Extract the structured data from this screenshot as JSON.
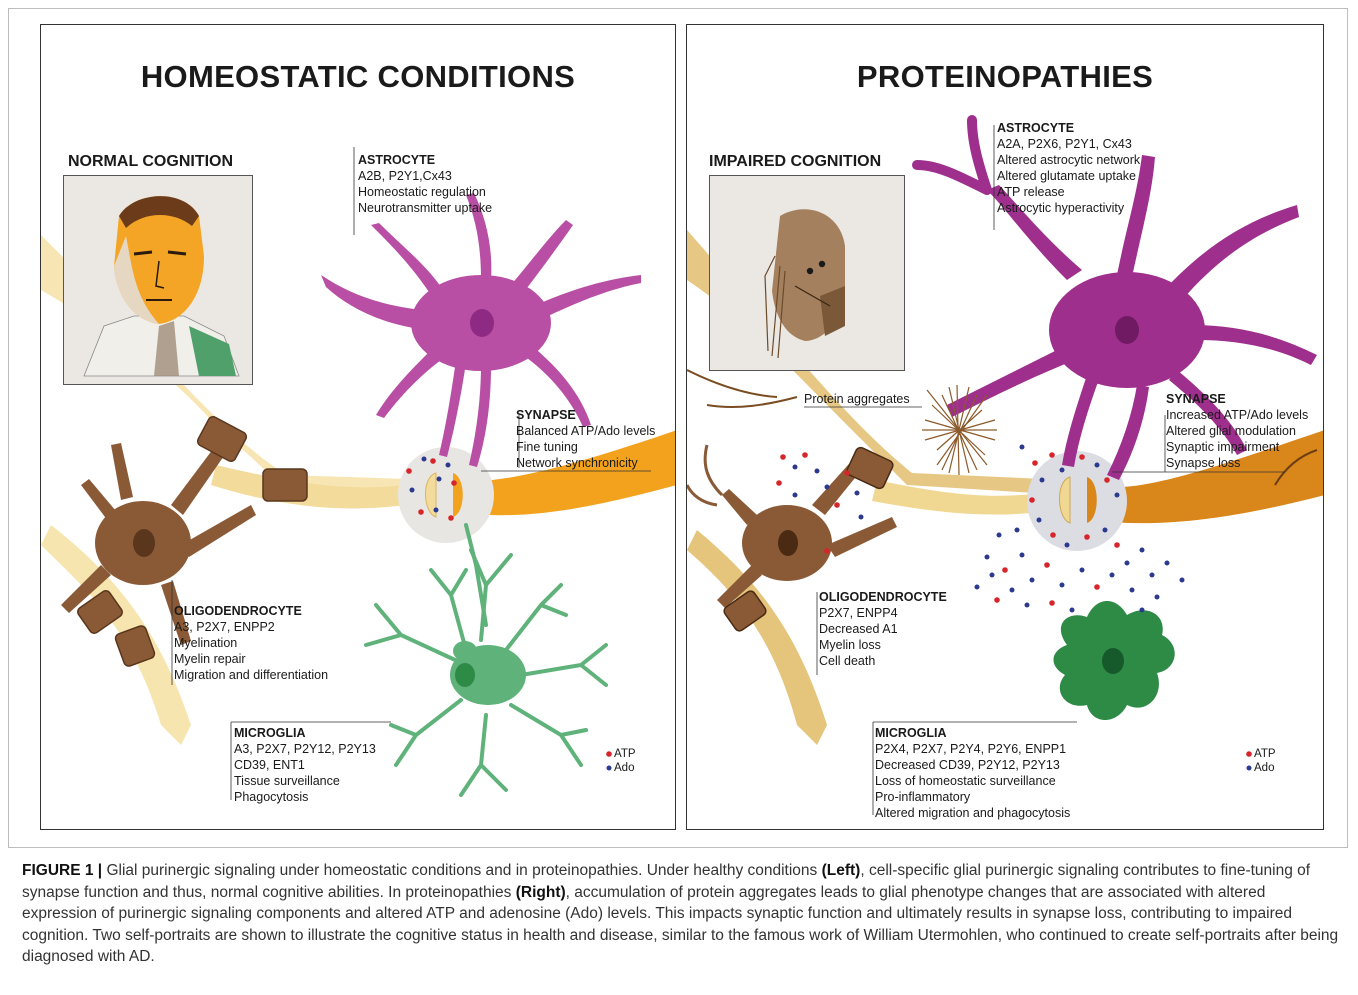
{
  "left": {
    "title": "HOMEOSTATIC CONDITIONS",
    "cognition": "NORMAL COGNITION",
    "astrocyte": {
      "heading": "ASTROCYTE",
      "lines": [
        "A2B, P2Y1,Cx43",
        "Homeostatic regulation",
        "Neurotransmitter uptake"
      ]
    },
    "synapse": {
      "heading": "SYNAPSE",
      "lines": [
        "Balanced ATP/Ado levels",
        "Fine tuning",
        "Network synchronicity"
      ]
    },
    "oligodendrocyte": {
      "heading": "OLIGODENDROCYTE",
      "lines": [
        "A3, P2X7, ENPP2",
        "Myelination",
        "Myelin repair",
        "Migration and differentiation"
      ]
    },
    "microglia": {
      "heading": "MICROGLIA",
      "lines": [
        "A3, P2X7, P2Y12, P2Y13",
        "CD39, ENT1",
        "Tissue surveillance",
        "Phagocytosis"
      ]
    },
    "legend": {
      "atp": "ATP",
      "ado": "Ado"
    }
  },
  "right": {
    "title": "PROTEINOPATHIES",
    "cognition": "IMPAIRED COGNITION",
    "astrocyte": {
      "heading": "ASTROCYTE",
      "lines": [
        "A2A, P2X6, P2Y1, Cx43",
        "Altered astrocytic network",
        "Altered glutamate uptake",
        "ATP release",
        "Astrocytic hyperactivity"
      ]
    },
    "protein_aggregates": "Protein aggregates",
    "synapse": {
      "heading": "SYNAPSE",
      "lines": [
        "Increased ATP/Ado levels",
        "Altered glial modulation",
        "Synaptic impairment",
        "Synapse loss"
      ]
    },
    "oligodendrocyte": {
      "heading": "OLIGODENDROCYTE",
      "lines": [
        "P2X7, ENPP4",
        "Decreased A1",
        "Myelin loss",
        "Cell death"
      ]
    },
    "microglia": {
      "heading": "MICROGLIA",
      "lines": [
        "P2X4, P2X7, P2Y4, P2Y6, ENPP1",
        "Decreased CD39, P2Y12, P2Y13",
        "Loss of homeostatic surveillance",
        "Pro-inflammatory",
        "Altered migration and phagocytosis"
      ]
    },
    "legend": {
      "atp": "ATP",
      "ado": "Ado"
    }
  },
  "caption": {
    "label": "FIGURE 1 |",
    "t1": " Glial purinergic signaling under homeostatic conditions and in proteinopathies. Under healthy conditions ",
    "b1": "(Left)",
    "t2": ", cell-specific glial purinergic signaling contributes to fine-tuning of synapse function and thus, normal cognitive abilities. In proteinopathies ",
    "b2": "(Right)",
    "t3": ", accumulation of protein aggregates leads to glial phenotype changes that are associated with altered expression of purinergic signaling components and altered ATP and adenosine (Ado) levels. This impacts synaptic function and ultimately results in synapse loss, contributing to impaired cognition. Two self-portraits are shown to illustrate the cognitive status in health and disease, similar to the famous work of William Utermohlen, who continued to create self-portraits after being diagnosed with AD."
  },
  "colors": {
    "astrocyte": "#b84fa4",
    "astrocyte_dark": "#8e2a84",
    "microglia": "#5fb27a",
    "microglia_dark": "#2e8b46",
    "oligodendrocyte": "#8a5a36",
    "axon": "#f3dc9b",
    "neuron_post": "#f2a21d",
    "atp": "#d7262b",
    "ado": "#2b3a8f"
  }
}
